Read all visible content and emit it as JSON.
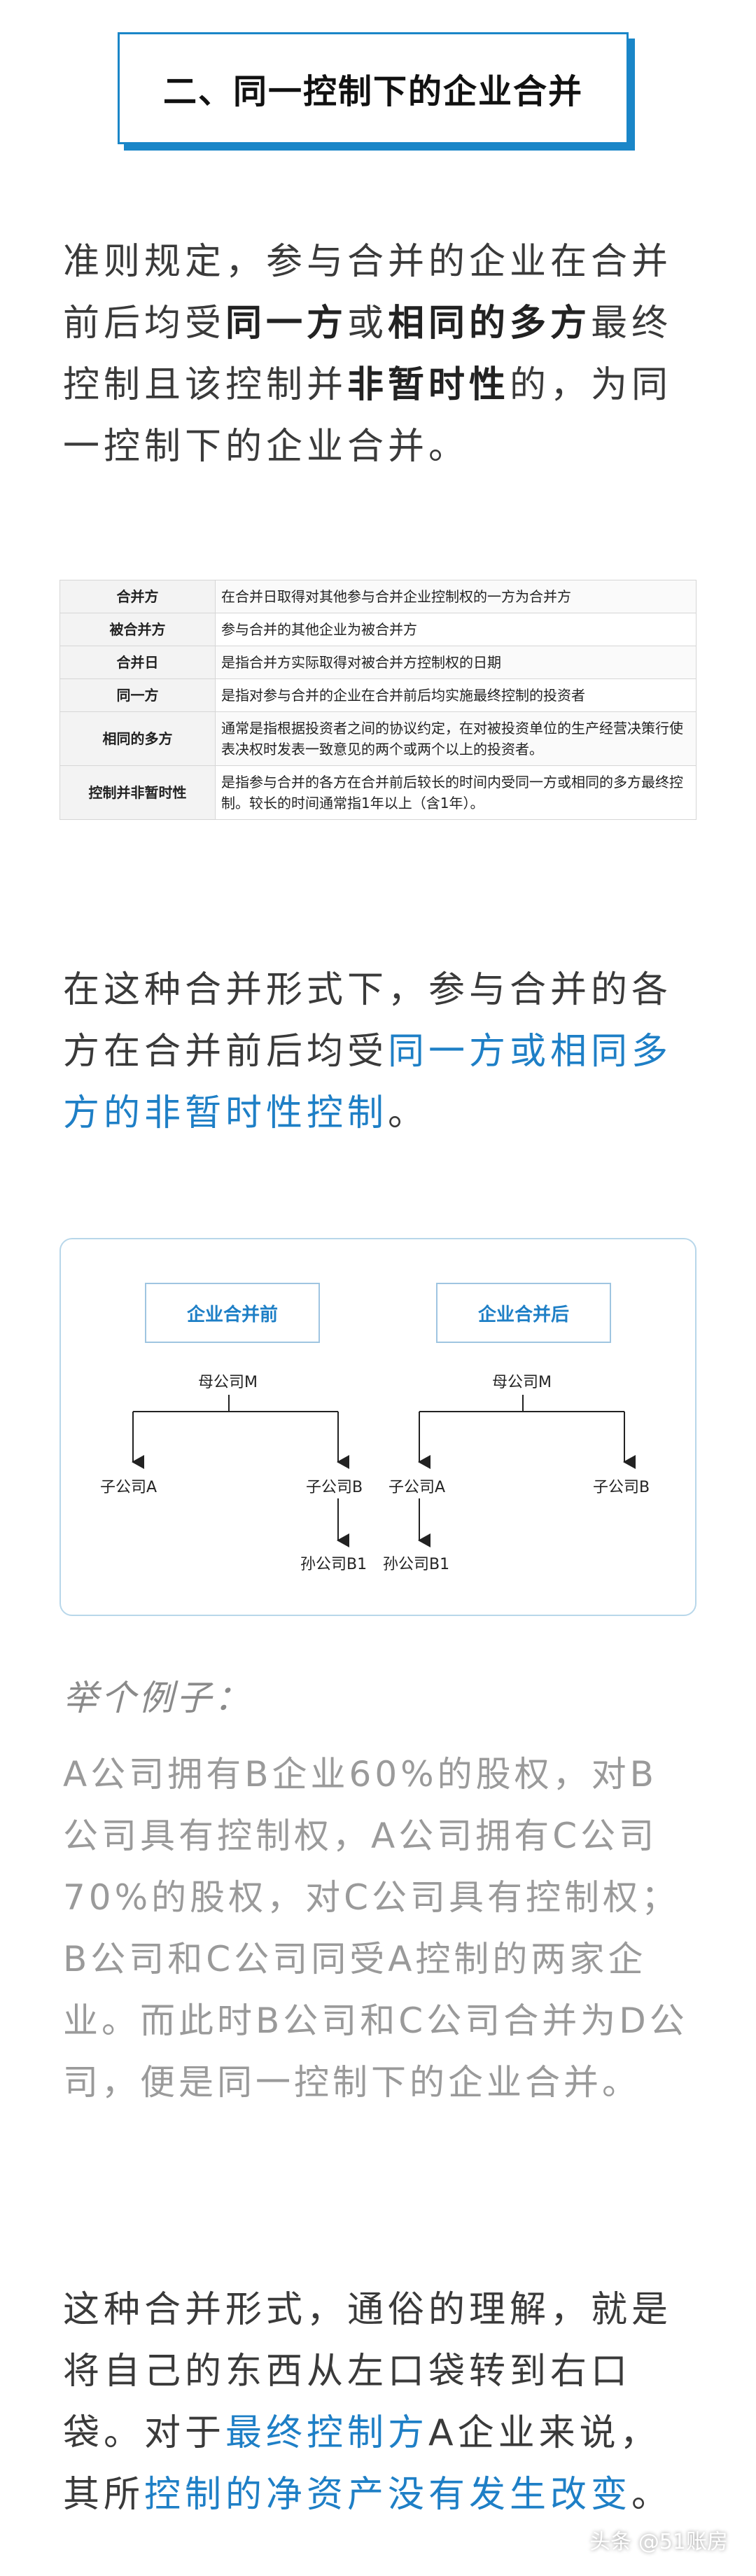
{
  "heading": "二、同一控制下的企业合并",
  "para1": {
    "t1": "准则规定，参与合并的企业在合并前后均受",
    "b1": "同一方",
    "t2": "或",
    "b2": "相同的多方",
    "t3": "最终控制且该控制并",
    "b3": "非暂时性",
    "t4": "的，为同一控制下的企业合并。"
  },
  "table": [
    {
      "term": "合并方",
      "def": "在合并日取得对其他参与合并企业控制权的一方为合并方"
    },
    {
      "term": "被合并方",
      "def": "参与合并的其他企业为被合并方"
    },
    {
      "term": "合并日",
      "def": "是指合并方实际取得对被合并方控制权的日期"
    },
    {
      "term": "同一方",
      "def": "是指对参与合并的企业在合并前后均实施最终控制的投资者"
    },
    {
      "term": "相同的多方",
      "def": "通常是指根据投资者之间的协议约定，在对被投资单位的生产经营决策行使表决权时发表一致意见的两个或两个以上的投资者。"
    },
    {
      "term": "控制并非暂时性",
      "def": "是指参与合并的各方在合并前后较长的时间内受同一方或相同的多方最终控制。较长的时间通常指1年以上（含1年）。"
    }
  ],
  "para2": {
    "t1": "在这种合并形式下，参与合并的各方在合并前后均受",
    "h1": "同一方或相同多方的非暂时性控制",
    "t2": "。"
  },
  "diagram": {
    "before_label": "企业合并前",
    "after_label": "企业合并后",
    "parent": "母公司M",
    "sub_a": "子公司A",
    "sub_b": "子公司B",
    "grand_b1": "孙公司B1"
  },
  "example": {
    "title": "举个例子：",
    "body": " A公司拥有B企业60%的股权，对B公司具有控制权，A公司拥有C公司70%的股权，对C公司具有控制权；B公司和C公司同受A控制的两家企业。而此时B公司和C公司合并为D公司，便是同一控制下的企业合并。"
  },
  "para3": {
    "t1": "这种合并形式，通俗的理解，就是将自己的东西从左口袋转到右口袋。对于",
    "h1": "最终控制方",
    "t2": "A企业来说，其所",
    "h2": "控制的净资产没有发生改变",
    "t3": "。"
  },
  "watermark": "头条 @51账房",
  "colors": {
    "accent": "#1e7fc6",
    "box_border": "#1a86c8"
  }
}
